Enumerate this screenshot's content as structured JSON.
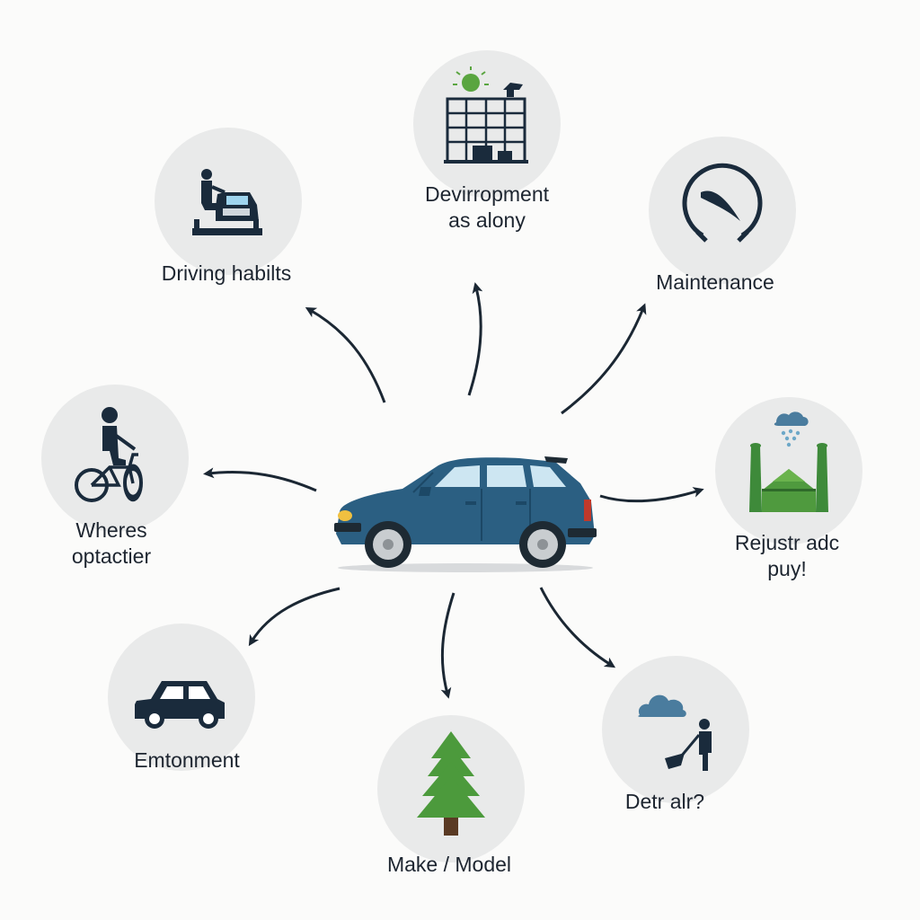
{
  "colors": {
    "background": "#fbfbfa",
    "circle": "#e9eaea",
    "navy": "#1a2b3c",
    "car_blue": "#2b5f82",
    "green": "#4a8a3a",
    "arrow": "#1b2733",
    "label": "#1d2530"
  },
  "center": {
    "name": "car",
    "icon": "hatchback-car-icon"
  },
  "nodes": [
    {
      "id": "driving-habits",
      "label": "Driving habilts",
      "icon": "person-driving-car-icon"
    },
    {
      "id": "devirropment",
      "label": "Devirropment\nas alony",
      "icon": "factory-building-sun-icon"
    },
    {
      "id": "maintenance",
      "label": "Maintenance",
      "icon": "gauge-dial-icon"
    },
    {
      "id": "rejustr",
      "label": "Rejustr adc\npuy!",
      "icon": "factory-smokestacks-cloud-icon"
    },
    {
      "id": "detr-alr",
      "label": "Detr alr?",
      "icon": "person-cloud-vacuum-icon"
    },
    {
      "id": "make-model",
      "label": "Make / Model",
      "icon": "pine-tree-icon"
    },
    {
      "id": "emtonment",
      "label": "Emtonment",
      "icon": "small-car-icon"
    },
    {
      "id": "wheres-optactier",
      "label": "Wheres\noptactier",
      "icon": "person-bicycle-icon"
    }
  ]
}
